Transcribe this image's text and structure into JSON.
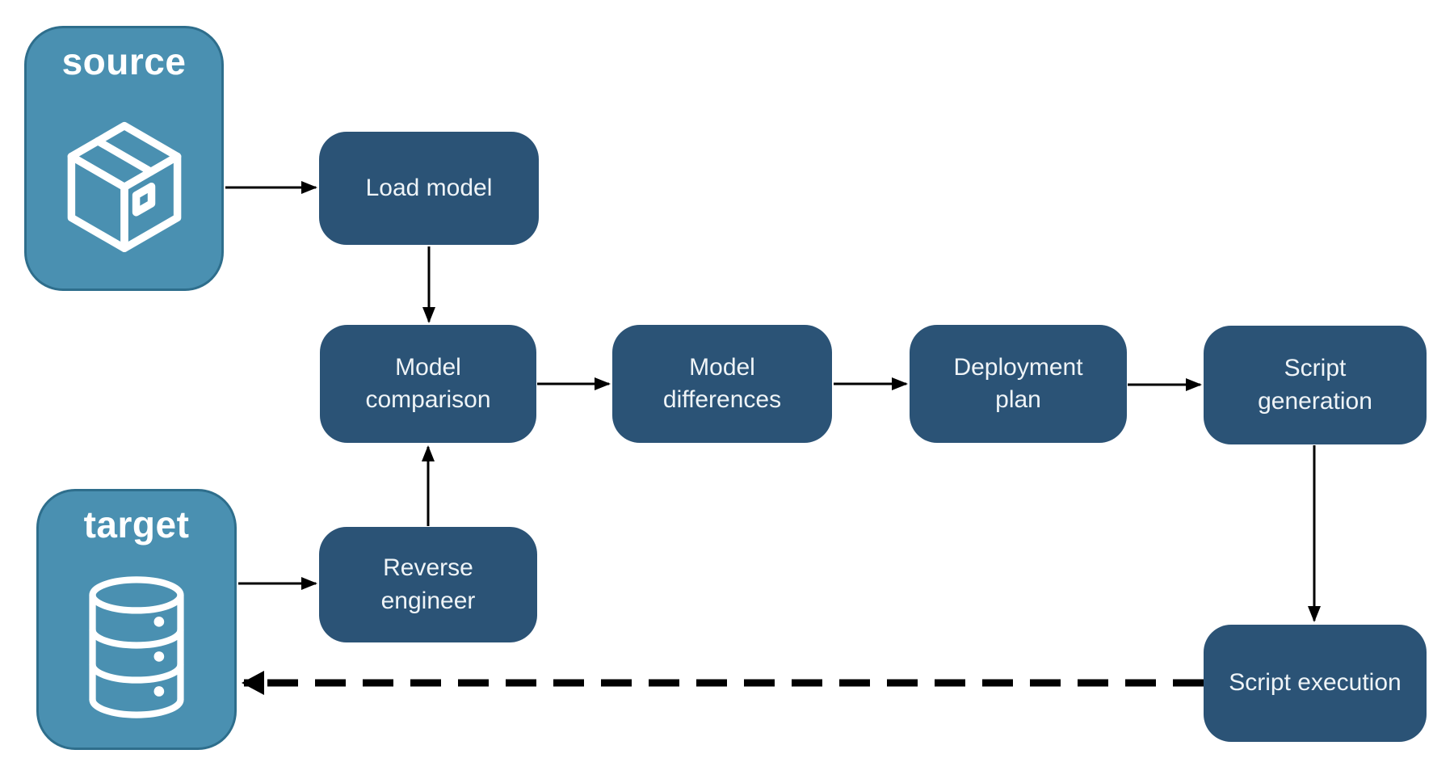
{
  "diagram": {
    "nodes": {
      "source": {
        "label": "source",
        "icon": "package-icon"
      },
      "target": {
        "label": "target",
        "icon": "database-icon"
      },
      "load_model": {
        "label": "Load model"
      },
      "model_comparison": {
        "label": "Model comparison"
      },
      "model_differences": {
        "label": "Model differences"
      },
      "deployment_plan": {
        "label": "Deployment plan"
      },
      "script_generation": {
        "label": "Script generation"
      },
      "reverse_engineer": {
        "label": "Reverse engineer"
      },
      "script_execution": {
        "label": "Script execution"
      }
    },
    "edges": [
      {
        "from": "source",
        "to": "load_model",
        "style": "solid"
      },
      {
        "from": "load_model",
        "to": "model_comparison",
        "style": "solid"
      },
      {
        "from": "target",
        "to": "reverse_engineer",
        "style": "solid"
      },
      {
        "from": "reverse_engineer",
        "to": "model_comparison",
        "style": "solid"
      },
      {
        "from": "model_comparison",
        "to": "model_differences",
        "style": "solid"
      },
      {
        "from": "model_differences",
        "to": "deployment_plan",
        "style": "solid"
      },
      {
        "from": "deployment_plan",
        "to": "script_generation",
        "style": "solid"
      },
      {
        "from": "script_generation",
        "to": "script_execution",
        "style": "solid"
      },
      {
        "from": "script_execution",
        "to": "target",
        "style": "dashed"
      }
    ],
    "colors": {
      "canvas_bg": "#FFFFFF",
      "container_fill": "#4A90B1",
      "container_stroke": "#2E6E8C",
      "container_text": "#FFFFFF",
      "process_fill": "#2B5376",
      "process_text": "#EFF4F7",
      "arrow_color": "#000000",
      "icon_stroke": "#FFFFFF"
    }
  }
}
